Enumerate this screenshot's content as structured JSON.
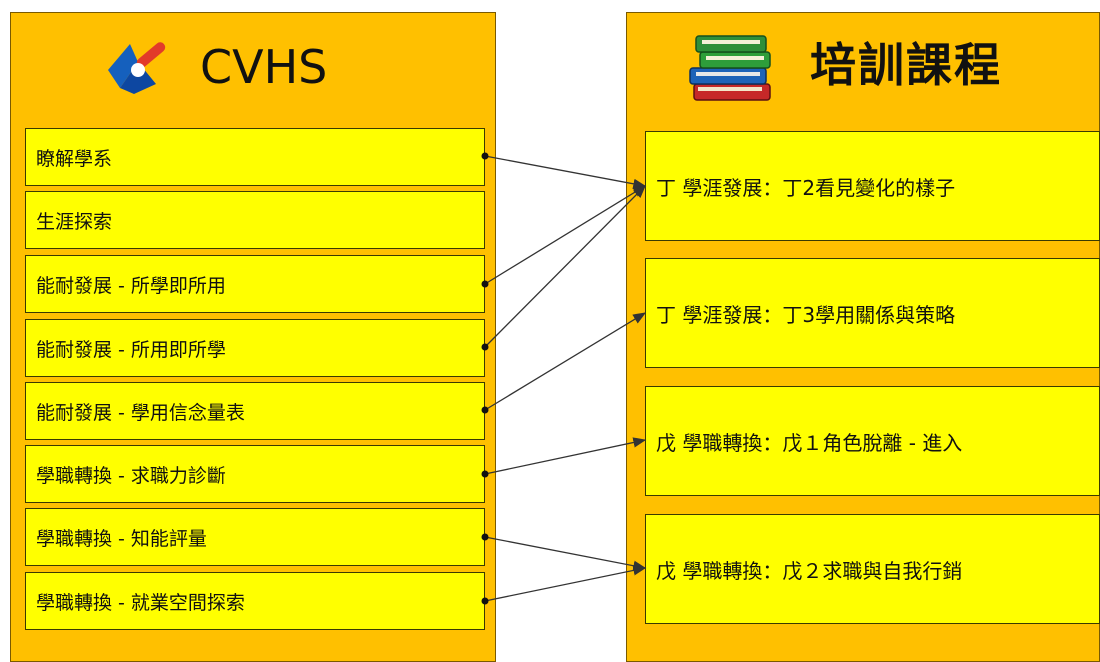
{
  "left": {
    "title": "CVHS",
    "logo_icon": "cvhs-logo-icon",
    "items": [
      "瞭解學系",
      "生涯探索",
      "能耐發展 - 所學即所用",
      "能耐發展 - 所用即所學",
      "能耐發展 - 學用信念量表",
      "學職轉換 - 求職力診斷",
      "學職轉換 - 知能評量",
      "學職轉換 - 就業空間探索"
    ]
  },
  "right": {
    "title": "培訓課程",
    "books_icon": "books-icon",
    "items": [
      "丁 學涯發展：丁2看見變化的樣子",
      "丁 學涯發展：丁3學用關係與策略",
      "戊 學職轉換：戊１角色脫離 - 進入",
      "戊 學職轉換：戊２求職與自我行銷"
    ]
  },
  "connections": [
    {
      "from": 0,
      "to": 0
    },
    {
      "from": 2,
      "to": 0
    },
    {
      "from": 3,
      "to": 0
    },
    {
      "from": 4,
      "to": 1
    },
    {
      "from": 5,
      "to": 2
    },
    {
      "from": 6,
      "to": 3
    },
    {
      "from": 7,
      "to": 3
    }
  ],
  "colors": {
    "panel": "#ffc000",
    "box": "#ffff00",
    "line": "#333333"
  }
}
